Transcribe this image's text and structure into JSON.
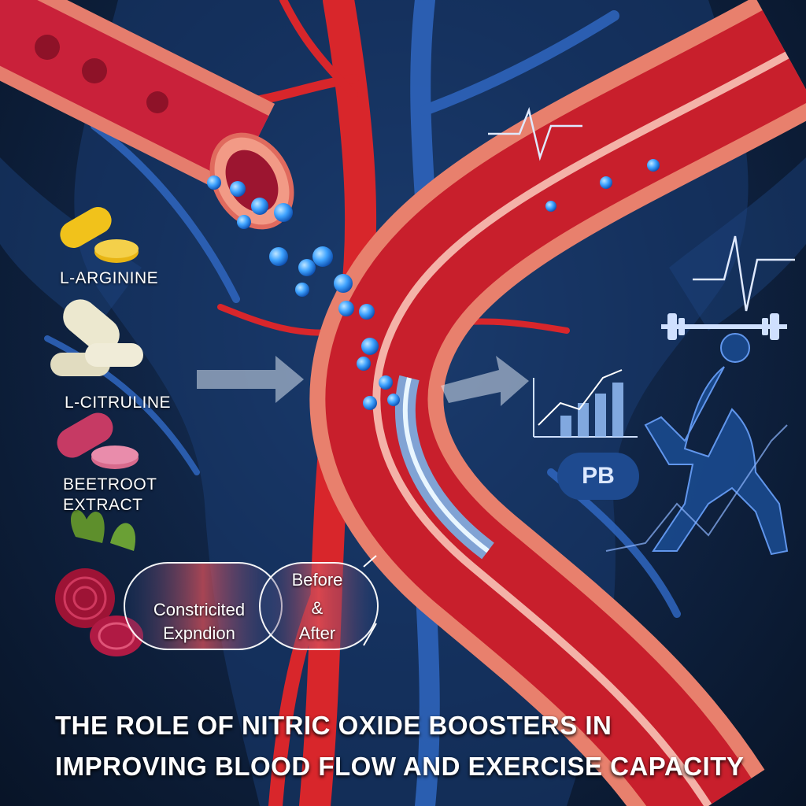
{
  "supplements": [
    {
      "label": "L-ARGININE",
      "icon": "yellow-capsule-icon",
      "color": "#f1c21b"
    },
    {
      "label": "L-CITRULINE",
      "icon": "white-tablet-icon",
      "color": "#e6e3c9"
    },
    {
      "label": "BEETROOT",
      "label2": "EXTRACT",
      "icon": "red-capsule-icon",
      "color": "#c63a64"
    },
    {
      "label": "",
      "icon": "beetroot-icon",
      "color": "#9d1335"
    }
  ],
  "comparison": {
    "left_line1": "Constricited",
    "left_line2": "Expndion",
    "right_line1": "Before",
    "right_line2": "&",
    "right_line3": "After"
  },
  "badge": "PB",
  "title": {
    "line1": "THE ROLE OF NITRIC OXIDE BOOSTERS IN",
    "line2": "IMPROVING BLOOD FLOW AND EXERCISE CAPACITY"
  },
  "colors": {
    "artery": "#d8262b",
    "vein": "#2b5fb0",
    "nitric_oxide": "#3fa3ff",
    "background": "#102546"
  }
}
